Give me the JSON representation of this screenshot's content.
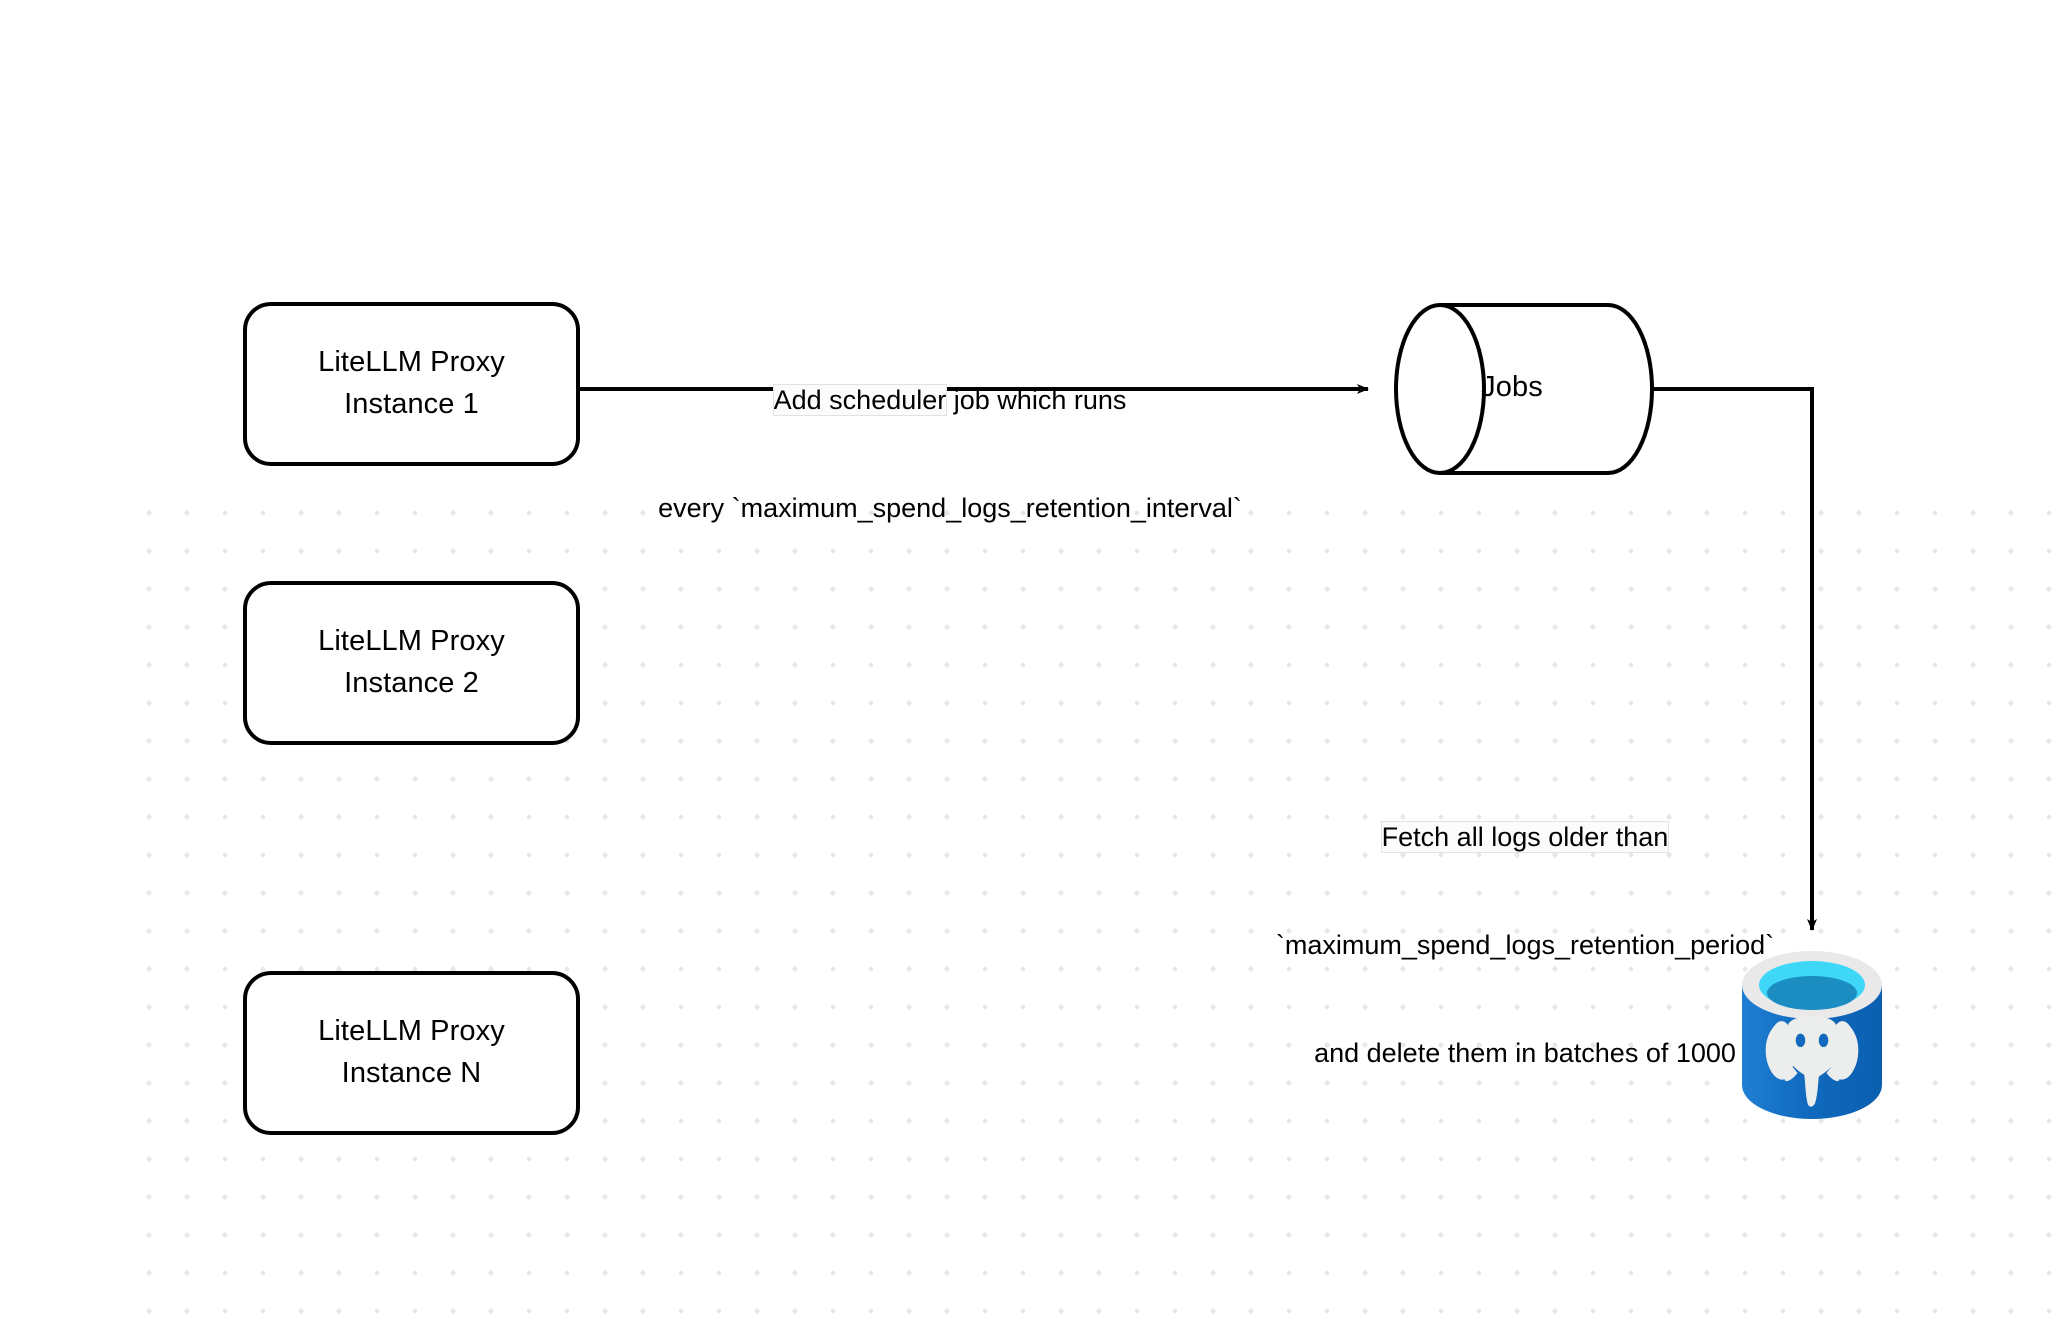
{
  "diagram": {
    "title": "LiteLLM spend logs retention scheduler flow",
    "background_color": "#ffffff",
    "grid_dot_color": "#e8e8e9",
    "stroke_color": "#000000"
  },
  "nodes": {
    "proxy_instance_1": {
      "label": "LiteLLM Proxy\nInstance 1",
      "shape": "rounded-rectangle"
    },
    "proxy_instance_2": {
      "label": "LiteLLM Proxy\nInstance 2",
      "shape": "rounded-rectangle"
    },
    "proxy_instance_n": {
      "label": "LiteLLM Proxy\nInstance N",
      "shape": "rounded-rectangle"
    },
    "jobs_store": {
      "label": "Jobs",
      "shape": "horizontal-cylinder"
    },
    "postgres_database": {
      "label": "",
      "shape": "database-cylinder",
      "icon": "postgresql-elephant-icon",
      "colors": {
        "body_light": "#1f7fd4",
        "body_dark": "#0b5fb0",
        "rim": "#e9e9ea",
        "top_outer": "#3fd7f7",
        "top_inner": "#1b8dc0",
        "elephant": "#eceded"
      }
    }
  },
  "edges": {
    "scheduler_edge": {
      "label_line_1_highlighted": "Add scheduler",
      "label_line_1_rest": " job which runs",
      "label_line_2": "every `maximum_spend_logs_retention_interval`",
      "from": "proxy_instance_1",
      "to": "jobs_store",
      "arrowhead": "filled-triangle"
    },
    "retention_edge": {
      "label_line_1_highlighted": "Fetch all logs older than",
      "label_line_2": "`maximum_spend_logs_retention_period`",
      "label_line_3": "and delete them in batches of 1000",
      "from": "jobs_store",
      "to": "postgres_database",
      "arrowhead": "filled-triangle"
    }
  }
}
